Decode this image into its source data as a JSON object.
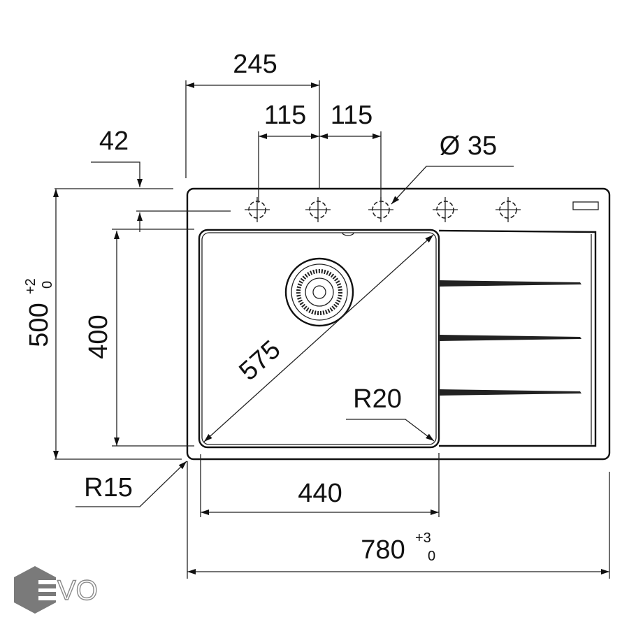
{
  "title": "Sink dimension drawing",
  "dimensions": {
    "tap_span": "245",
    "hole_spacing_left": "115",
    "hole_spacing_right": "115",
    "ledge": "42",
    "hole_diameter": "Ø 35",
    "overall_depth": "500",
    "overall_depth_tol_upper": "+2",
    "overall_depth_tol_lower": "0",
    "bowl_depth": "400",
    "bowl_diagonal": "575",
    "bowl_radius": "R20",
    "outer_radius": "R15",
    "bowl_width": "440",
    "overall_width": "780",
    "overall_width_tol_upper": "+3",
    "overall_width_tol_lower": "0"
  },
  "logo": {
    "text": "EVO"
  },
  "colors": {
    "line": "#111111",
    "logo": "#7a7a7a"
  }
}
